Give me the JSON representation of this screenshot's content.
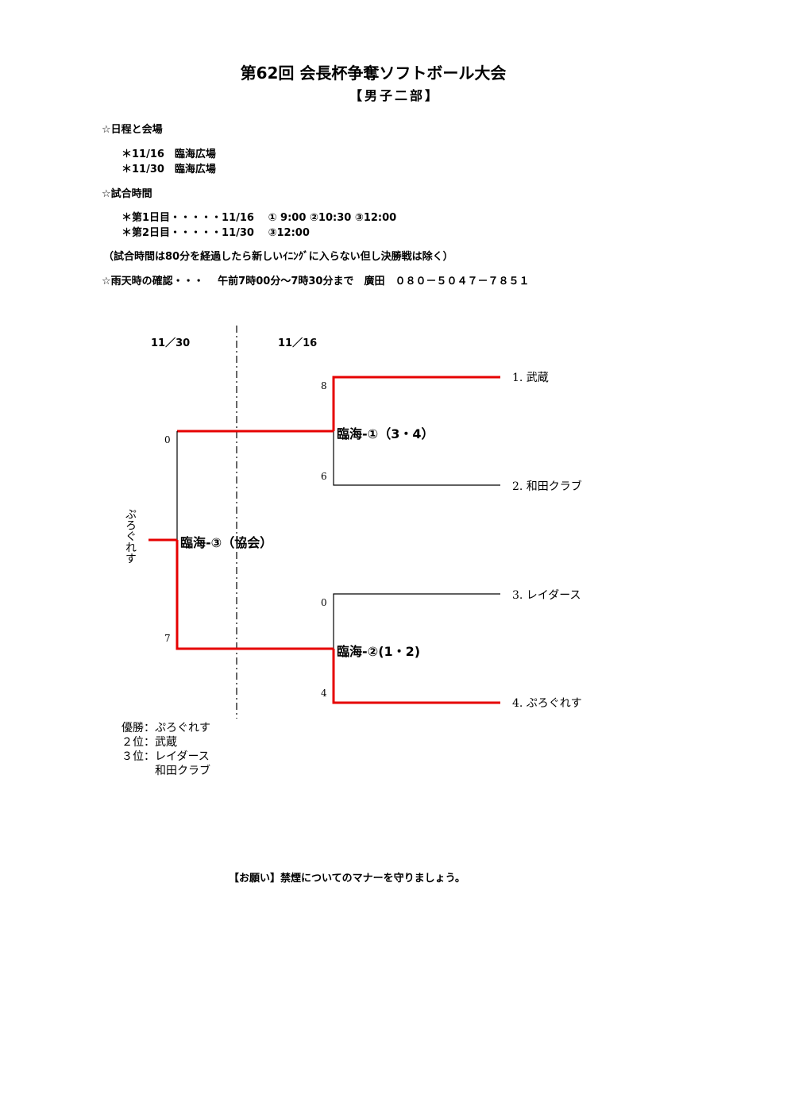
{
  "header": {
    "title": "第62回 会長杯争奪ソフトボール大会",
    "division": "【男子二部】"
  },
  "schedule": {
    "heading": "☆日程と会場",
    "items": [
      "＊11/16　臨海広場",
      "＊11/30　臨海広場"
    ]
  },
  "times": {
    "heading": "☆試合時間",
    "items": [
      "＊第1日目・・・・・11/16　 ① 9:00 ②10:30 ③12:00",
      "＊第2日目・・・・・11/30　 ③12:00"
    ],
    "note": "（試合時間は80分を経過したら新しいｲﾆﾝｸﾞに入らない但し決勝戦は除く）",
    "rain": "☆雨天時の確認・・・　 午前7時00分～7時30分まで　廣田　０８０－５０４７－７８５１"
  },
  "bracket": {
    "date_final": "11／30",
    "date_first": "11／16",
    "teams": [
      "1. 武蔵",
      "2. 和田クラブ",
      "3. レイダース",
      "4. ぷろぐれす"
    ],
    "matches": {
      "m1": {
        "label": "臨海-①（3・4）",
        "score_top": "8",
        "score_bottom": "6"
      },
      "m2": {
        "label": "臨海-②(1・2)",
        "score_top": "0",
        "score_bottom": "4"
      },
      "final": {
        "label": "臨海-③（協会）",
        "score_top": "0",
        "score_bottom": "7"
      }
    },
    "champion": "ぷろぐれす",
    "line_colors": {
      "winner": "#e60000",
      "normal": "#000000"
    }
  },
  "results": {
    "lines": [
      "優勝：ぷろぐれす",
      "２位：武蔵",
      "３位：レイダース",
      "　　　和田クラブ"
    ]
  },
  "footer": "【お願い】禁煙についてのマナーを守りましょう。"
}
